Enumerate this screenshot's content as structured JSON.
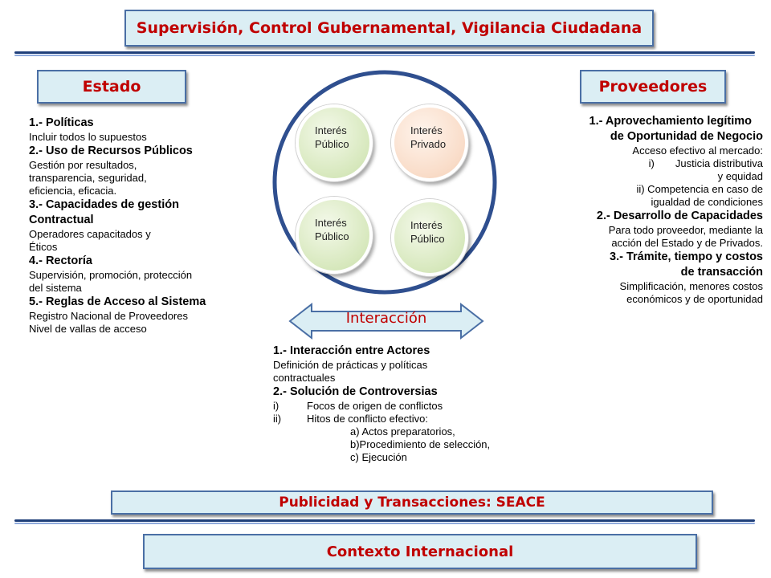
{
  "header": {
    "title": "Supervisión, Control Gubernamental, Vigilancia Ciudadana"
  },
  "left": {
    "title": "Estado",
    "items": [
      {
        "heading": "1.- Políticas",
        "lines": [
          "Incluir todos lo supuestos"
        ]
      },
      {
        "heading": "2.- Uso de Recursos Públicos",
        "lines": [
          "Gestión por resultados,",
          "transparencia, seguridad,",
          "eficiencia, eficacia."
        ]
      },
      {
        "heading1": "3.- Capacidades de gestión",
        "heading2": "Contractual",
        "lines": [
          "Operadores capacitados y",
          "Éticos"
        ]
      },
      {
        "heading": "4.- Rectoría",
        "lines": [
          "Supervisión, promoción, protección",
          "del sistema"
        ]
      },
      {
        "heading": "5.- Reglas de Acceso al Sistema",
        "lines": [
          "Registro Nacional de Proveedores",
          "Nivel de vallas de acceso"
        ]
      }
    ]
  },
  "right": {
    "title": "Proveedores",
    "item1": {
      "heading1": "1.- Aprovechamiento legítimo",
      "heading2": "de Oportunidad de Negocio",
      "line1": "Acceso efectivo al mercado:",
      "roman_i_key": "i)",
      "roman_i_text": "Justicia distributiva",
      "roman_i_text2": "y equidad",
      "line_ii": "ii) Competencia en caso de",
      "line_ii2": "igualdad de condiciones"
    },
    "item2": {
      "heading": "2.- Desarrollo de Capacidades",
      "lines": [
        "Para todo proveedor, mediante la",
        "acción del Estado y de Privados."
      ]
    },
    "item3": {
      "heading1": "3.- Trámite, tiempo y costos",
      "heading2": "de transacción",
      "lines": [
        "Simplificación, menores costos",
        "económicos y de oportunidad"
      ]
    }
  },
  "center": {
    "nodes": [
      {
        "line1": "Interés",
        "line2": "Público",
        "color": "green"
      },
      {
        "line1": "Interés",
        "line2": "Privado",
        "color": "peach"
      },
      {
        "line1": "Interés",
        "line2": "Público",
        "color": "green"
      },
      {
        "line1": "Interés",
        "line2": "Público",
        "color": "green"
      }
    ],
    "arrow_label": "Interacción",
    "item1": {
      "heading": "1.- Interacción entre Actores",
      "lines": [
        "Definición de prácticas y políticas",
        "contractuales"
      ]
    },
    "item2": {
      "heading": "2.- Solución de Controversias",
      "roman": [
        {
          "key": "i)",
          "text": "Focos de origen de conflictos"
        },
        {
          "key": "ii)",
          "text": "Hitos de conflicto efectivo:"
        }
      ],
      "sub": [
        "a) Actos preparatorios,",
        "b)Procedimiento de selección,",
        "c) Ejecución"
      ]
    }
  },
  "footer1": {
    "title": "Publicidad y Transacciones: SEACE"
  },
  "footer2": {
    "title": "Contexto Internacional"
  },
  "colors": {
    "title_red": "#c00000",
    "box_fill": "#dbeef4",
    "box_border": "#4a6fa5",
    "circle_border": "#2f4f8f",
    "node_green": "#d7e8bd",
    "node_peach": "#f9dcc8"
  }
}
